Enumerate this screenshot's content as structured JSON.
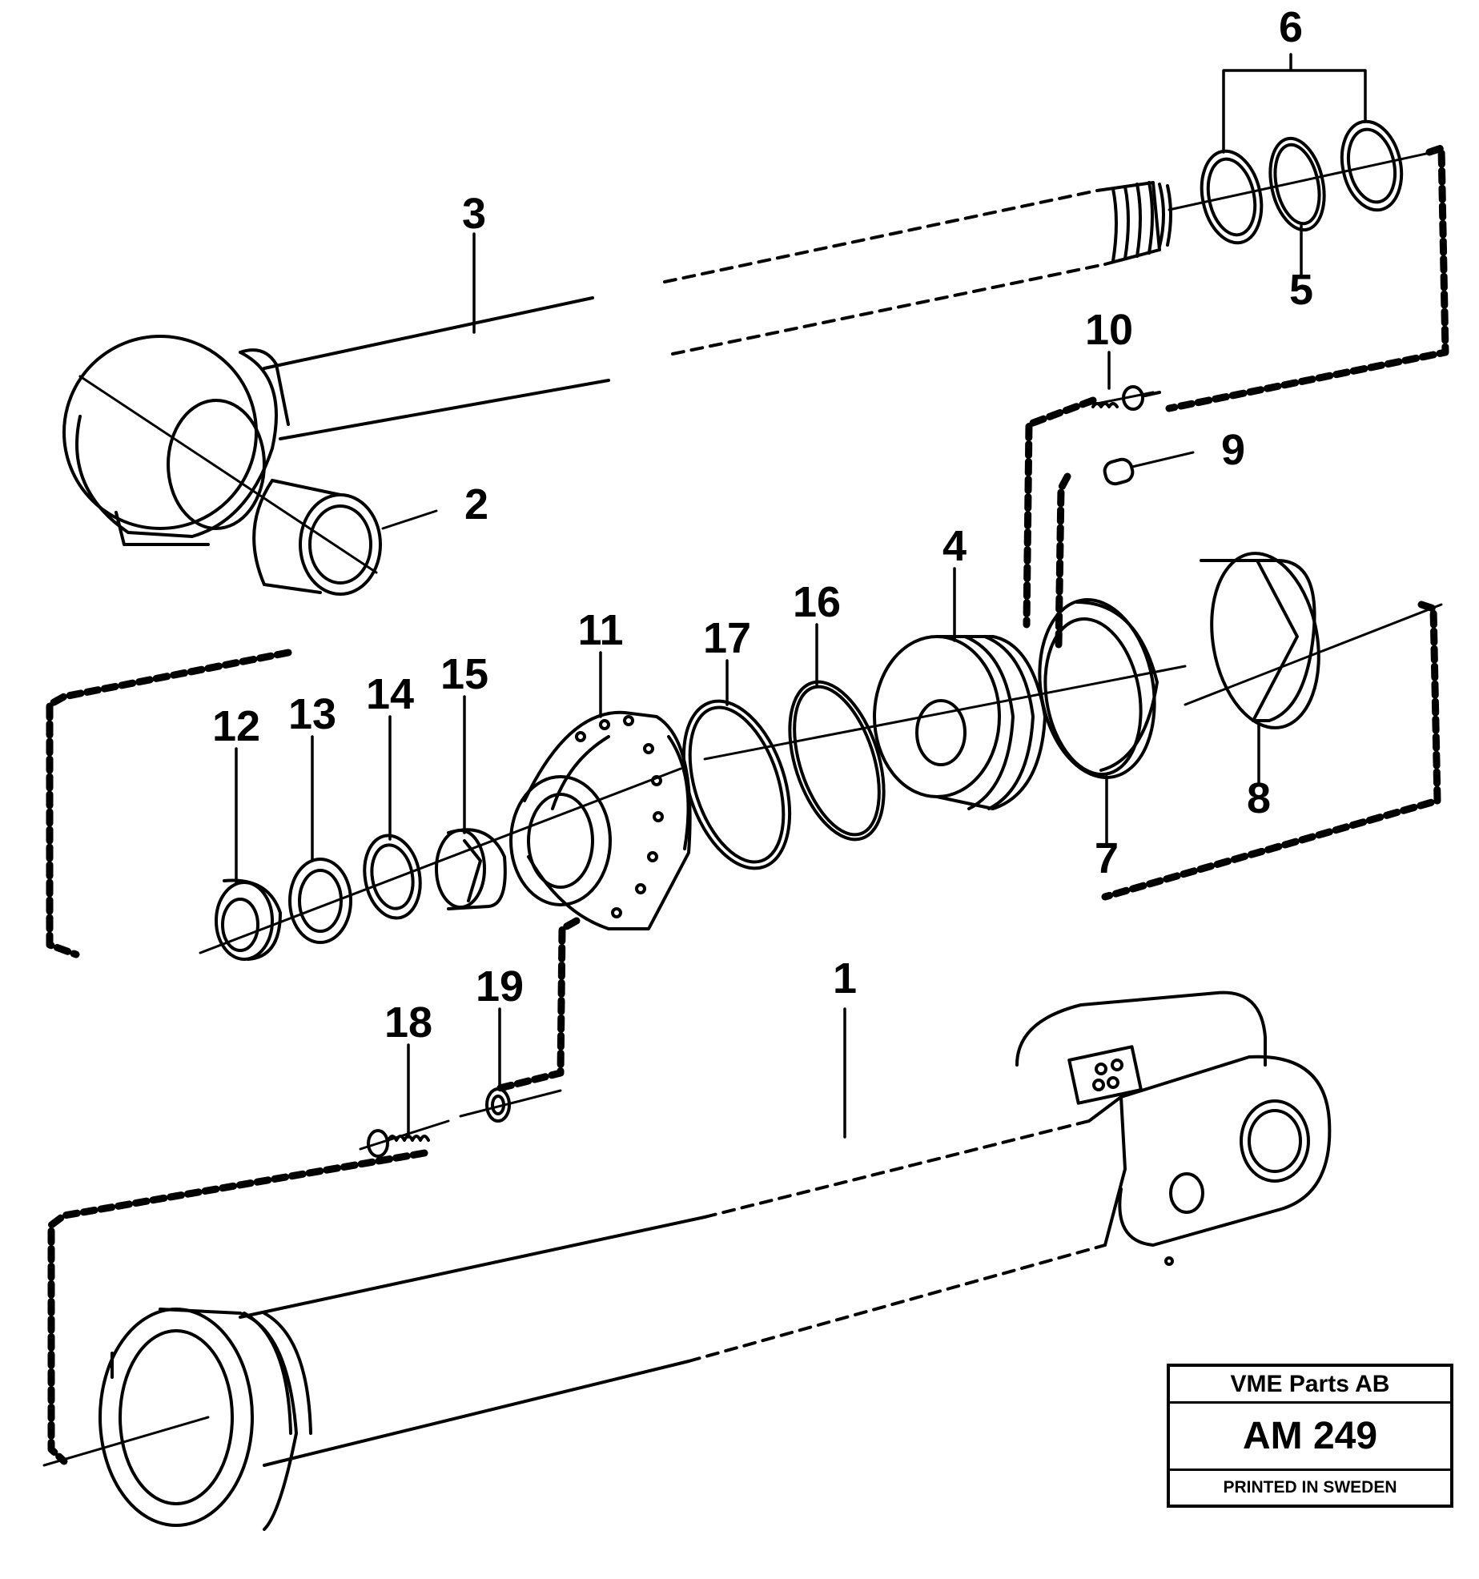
{
  "labels": {
    "p1": "1",
    "p2": "2",
    "p3": "3",
    "p4": "4",
    "p5": "5",
    "p6": "6",
    "p7": "7",
    "p8": "8",
    "p9": "9",
    "p10": "10",
    "p11": "11",
    "p12": "12",
    "p13": "13",
    "p14": "14",
    "p15": "15",
    "p16": "16",
    "p17": "17",
    "p18": "18",
    "p19": "19"
  },
  "title_block": {
    "company": "VME Parts AB",
    "code": "AM 249",
    "printed": "PRINTED IN SWEDEN"
  },
  "colors": {
    "ink": "#000000",
    "paper": "#ffffff"
  }
}
